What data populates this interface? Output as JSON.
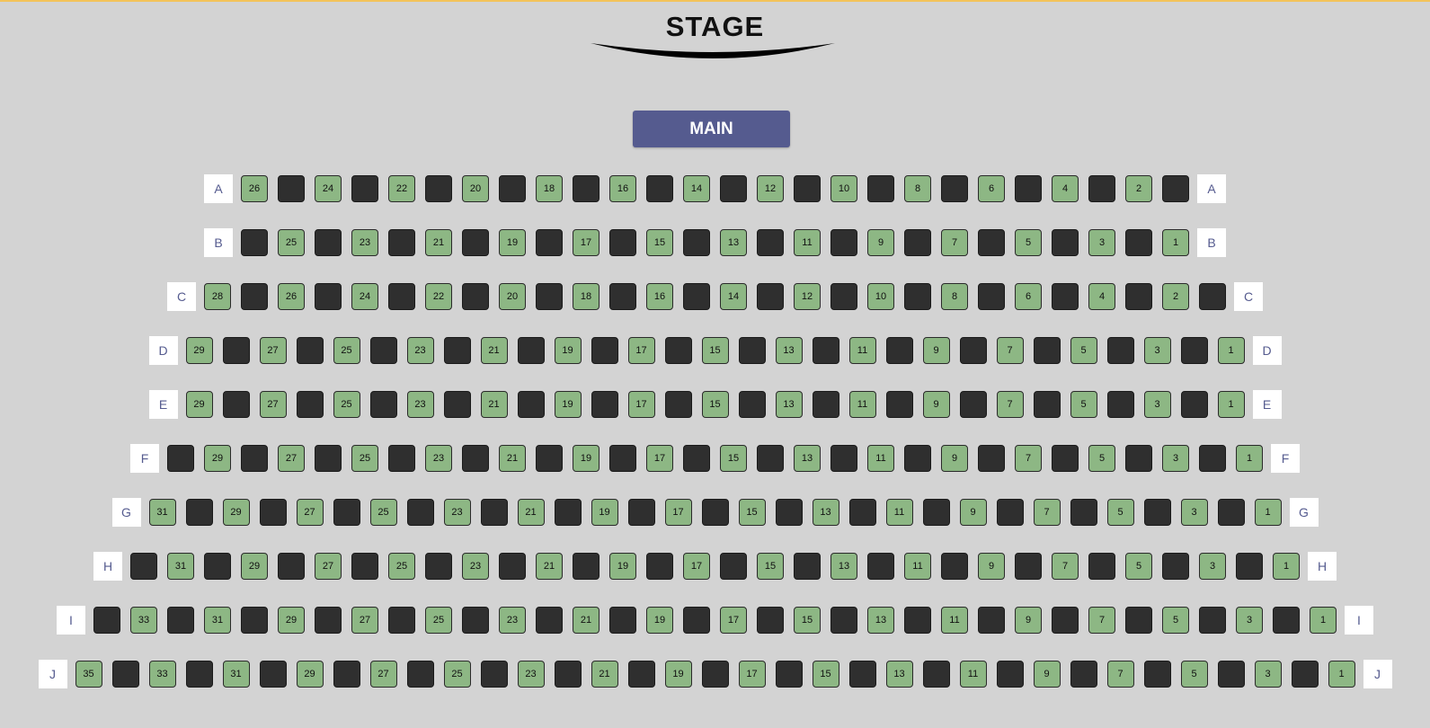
{
  "stage": {
    "title": "STAGE"
  },
  "section": {
    "label": "MAIN"
  },
  "colors": {
    "available": "#8db784",
    "taken": "#2f2f2f",
    "section": "#555b8f",
    "background": "#d3d3d3"
  },
  "rows": [
    {
      "label": "A",
      "seats": [
        "26",
        "",
        "24",
        "",
        "22",
        "",
        "20",
        "",
        "18",
        "",
        "16",
        "",
        "14",
        "",
        "12",
        "",
        "10",
        "",
        "8",
        "",
        "6",
        "",
        "4",
        "",
        "2",
        ""
      ]
    },
    {
      "label": "B",
      "seats": [
        "",
        "25",
        "",
        "23",
        "",
        "21",
        "",
        "19",
        "",
        "17",
        "",
        "15",
        "",
        "13",
        "",
        "11",
        "",
        "9",
        "",
        "7",
        "",
        "5",
        "",
        "3",
        "",
        "1"
      ]
    },
    {
      "label": "C",
      "seats": [
        "28",
        "",
        "26",
        "",
        "24",
        "",
        "22",
        "",
        "20",
        "",
        "18",
        "",
        "16",
        "",
        "14",
        "",
        "12",
        "",
        "10",
        "",
        "8",
        "",
        "6",
        "",
        "4",
        "",
        "2",
        ""
      ]
    },
    {
      "label": "D",
      "seats": [
        "29",
        "",
        "27",
        "",
        "25",
        "",
        "23",
        "",
        "21",
        "",
        "19",
        "",
        "17",
        "",
        "15",
        "",
        "13",
        "",
        "11",
        "",
        "9",
        "",
        "7",
        "",
        "5",
        "",
        "3",
        "",
        "1"
      ]
    },
    {
      "label": "E",
      "seats": [
        "29",
        "",
        "27",
        "",
        "25",
        "",
        "23",
        "",
        "21",
        "",
        "19",
        "",
        "17",
        "",
        "15",
        "",
        "13",
        "",
        "11",
        "",
        "9",
        "",
        "7",
        "",
        "5",
        "",
        "3",
        "",
        "1"
      ]
    },
    {
      "label": "F",
      "seats": [
        "",
        "29",
        "",
        "27",
        "",
        "25",
        "",
        "23",
        "",
        "21",
        "",
        "19",
        "",
        "17",
        "",
        "15",
        "",
        "13",
        "",
        "11",
        "",
        "9",
        "",
        "7",
        "",
        "5",
        "",
        "3",
        "",
        "1"
      ]
    },
    {
      "label": "G",
      "seats": [
        "31",
        "",
        "29",
        "",
        "27",
        "",
        "25",
        "",
        "23",
        "",
        "21",
        "",
        "19",
        "",
        "17",
        "",
        "15",
        "",
        "13",
        "",
        "11",
        "",
        "9",
        "",
        "7",
        "",
        "5",
        "",
        "3",
        "",
        "1"
      ]
    },
    {
      "label": "H",
      "seats": [
        "",
        "31",
        "",
        "29",
        "",
        "27",
        "",
        "25",
        "",
        "23",
        "",
        "21",
        "",
        "19",
        "",
        "17",
        "",
        "15",
        "",
        "13",
        "",
        "11",
        "",
        "9",
        "",
        "7",
        "",
        "5",
        "",
        "3",
        "",
        "1"
      ]
    },
    {
      "label": "I",
      "seats": [
        "",
        "33",
        "",
        "31",
        "",
        "29",
        "",
        "27",
        "",
        "25",
        "",
        "23",
        "",
        "21",
        "",
        "19",
        "",
        "17",
        "",
        "15",
        "",
        "13",
        "",
        "11",
        "",
        "9",
        "",
        "7",
        "",
        "5",
        "",
        "3",
        "",
        "1"
      ]
    },
    {
      "label": "J",
      "seats": [
        "35",
        "",
        "33",
        "",
        "31",
        "",
        "29",
        "",
        "27",
        "",
        "25",
        "",
        "23",
        "",
        "21",
        "",
        "19",
        "",
        "17",
        "",
        "15",
        "",
        "13",
        "",
        "11",
        "",
        "9",
        "",
        "7",
        "",
        "5",
        "",
        "3",
        "",
        "1"
      ]
    }
  ]
}
